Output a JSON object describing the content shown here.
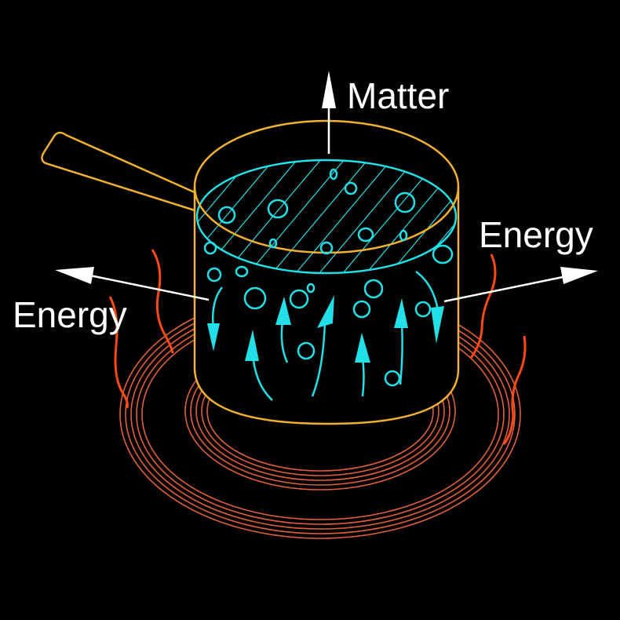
{
  "labels": {
    "matter": "Matter",
    "energy_left": "Energy",
    "energy_right": "Energy"
  },
  "colors": {
    "background": "#000000",
    "pot_outline": "#f0b030",
    "water": "#22e0e8",
    "heat": "#ff5a22",
    "coil": "#e0603a",
    "arrow": "#ffffff"
  }
}
